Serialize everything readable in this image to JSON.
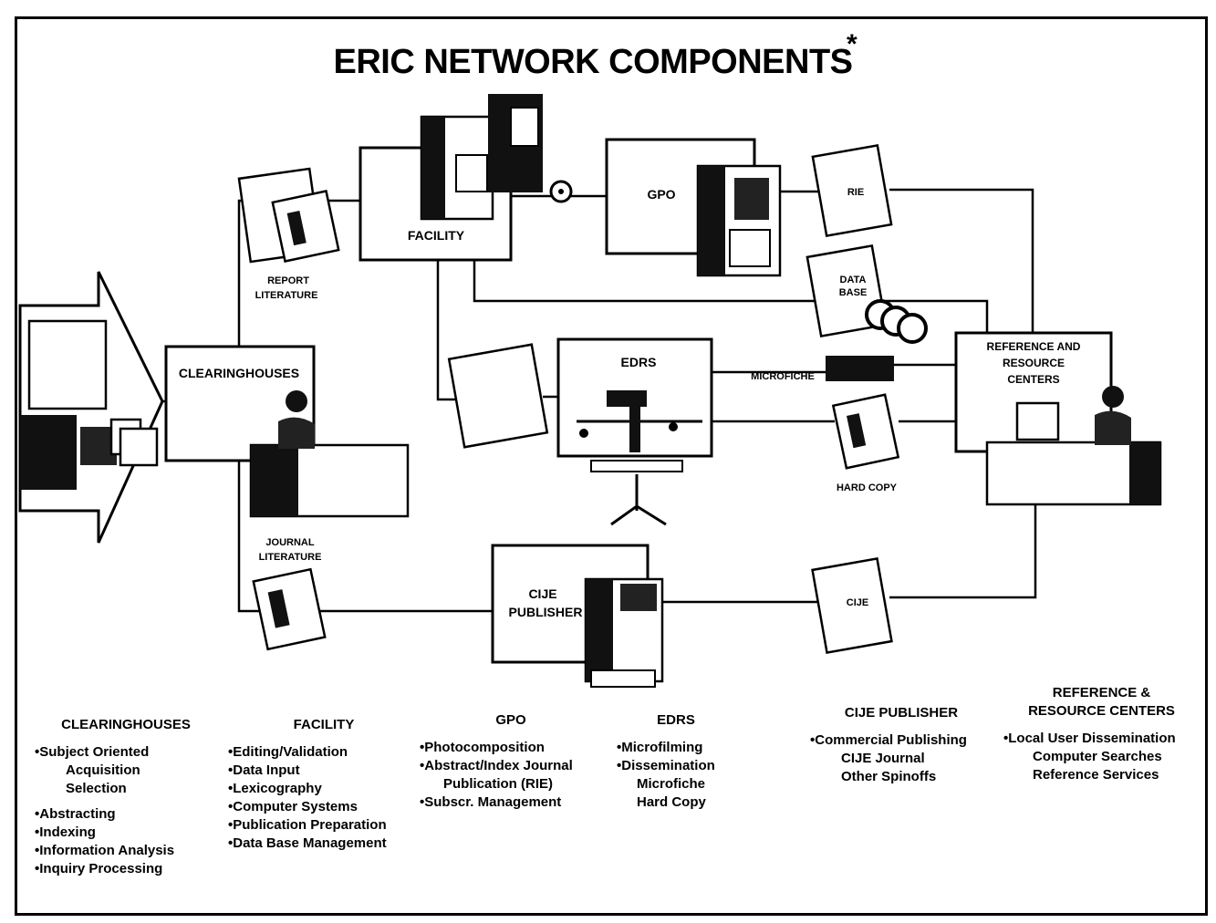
{
  "title": "ERIC NETWORK COMPONENTS",
  "title_mark": "*",
  "nodes": {
    "clearinghouses": "CLEARINGHOUSES",
    "facility": "FACILITY",
    "gpo": "GPO",
    "edrs": "EDRS",
    "cije_publisher_line1": "CIJE",
    "cije_publisher_line2": "PUBLISHER",
    "reference_line1": "REFERENCE AND",
    "reference_line2": "RESOURCE",
    "reference_line3": "CENTERS"
  },
  "items": {
    "report_lit_line1": "REPORT",
    "report_lit_line2": "LITERATURE",
    "journal_lit_line1": "JOURNAL",
    "journal_lit_line2": "LITERATURE",
    "rie": "RIE",
    "data_base_line1": "DATA",
    "data_base_line2": "BASE",
    "microfiche": "MICROFICHE",
    "hard_copy": "HARD COPY",
    "cije": "CIJE"
  },
  "legend": {
    "clearinghouses": {
      "heading": "CLEARINGHOUSES",
      "lines": [
        "•Subject Oriented",
        "Acquisition",
        "Selection",
        "•Abstracting",
        "•Indexing",
        "•Information Analysis",
        "•Inquiry Processing"
      ]
    },
    "facility": {
      "heading": "FACILITY",
      "lines": [
        "•Editing/Validation",
        "•Data Input",
        "•Lexicography",
        "•Computer Systems",
        "•Publication Preparation",
        "•Data Base Management"
      ]
    },
    "gpo": {
      "heading": "GPO",
      "lines": [
        "•Photocomposition",
        "•Abstract/Index Journal",
        "Publication (RIE)",
        "•Subscr. Management"
      ]
    },
    "edrs": {
      "heading": "EDRS",
      "lines": [
        "•Microfilming",
        "•Dissemination",
        "Microfiche",
        "Hard Copy"
      ]
    },
    "cije_publisher": {
      "heading": "CIJE PUBLISHER",
      "lines": [
        "•Commercial Publishing",
        "CIJE Journal",
        "Other Spinoffs"
      ]
    },
    "reference": {
      "heading_line1": "REFERENCE &",
      "heading_line2": "RESOURCE CENTERS",
      "lines": [
        "•Local User Dissemination",
        "Computer Searches",
        "Reference Services"
      ]
    }
  }
}
